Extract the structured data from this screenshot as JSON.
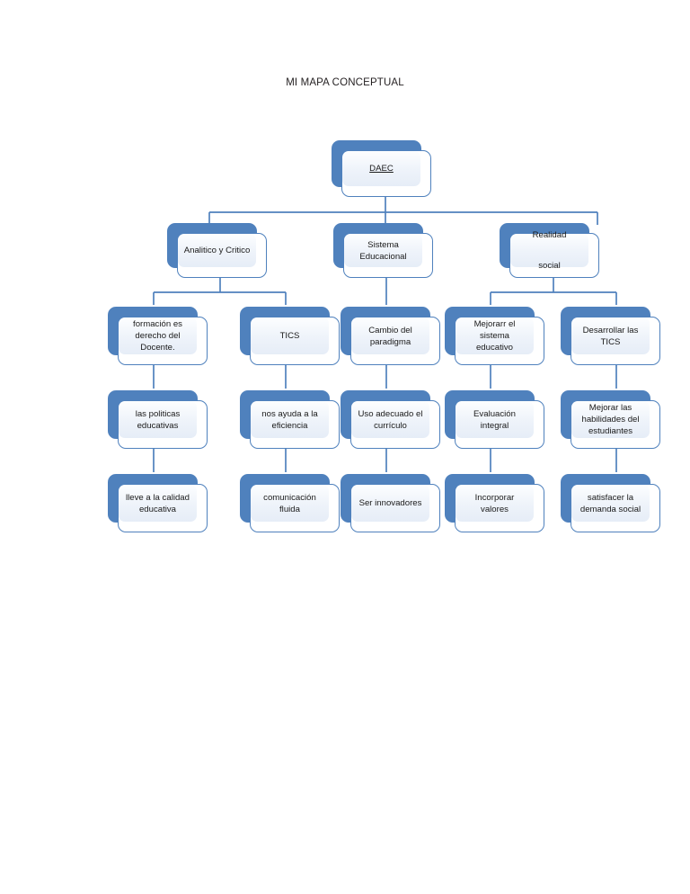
{
  "page": {
    "title": "MI MAPA CONCEPTUAL",
    "background_color": "#ffffff",
    "accent_color": "#4f81bd",
    "node_fill_color": "#eef3fa",
    "text_color": "#1a1a1a"
  },
  "diagram": {
    "type": "concept-map",
    "levels": 5,
    "root": {
      "id": "daec",
      "label": "DAEC",
      "underlined": true
    },
    "level2": [
      {
        "id": "analitico",
        "label": "Analitico y Critico"
      },
      {
        "id": "sistema",
        "label": "Sistema\nEducacional"
      },
      {
        "id": "realidad",
        "label": "Realidad\n\nsocial"
      }
    ],
    "level3": [
      {
        "id": "formacion",
        "label": "formación es\nderecho del\nDocente."
      },
      {
        "id": "tics",
        "label": "TICS"
      },
      {
        "id": "cambio",
        "label": "Cambio del\nparadigma"
      },
      {
        "id": "mejorarr",
        "label": "Mejorarr el\nsistema educativo"
      },
      {
        "id": "desarrollar",
        "label": "Desarrollar las TICS"
      }
    ],
    "level4": [
      {
        "id": "politicas",
        "label": "las politicas\neducativas"
      },
      {
        "id": "ayuda",
        "label": "nos ayuda a la\neficiencia"
      },
      {
        "id": "uso",
        "label": "Uso adecuado el\ncurrículo"
      },
      {
        "id": "evaluacion",
        "label": "Evaluación integral"
      },
      {
        "id": "habilidades",
        "label": "Mejorar las\nhabilidades del\nestudiantes"
      }
    ],
    "level5": [
      {
        "id": "calidad",
        "label": "lleve a la calidad\neducativa"
      },
      {
        "id": "comunicacion",
        "label": "comunicación\nfluida"
      },
      {
        "id": "innovadores",
        "label": "Ser innovadores"
      },
      {
        "id": "valores",
        "label": "Incorporar valores"
      },
      {
        "id": "demanda",
        "label": "satisfacer la\ndemanda social"
      }
    ],
    "edges": [
      {
        "from": "daec",
        "to": "analitico"
      },
      {
        "from": "daec",
        "to": "sistema"
      },
      {
        "from": "daec",
        "to": "realidad"
      },
      {
        "from": "analitico",
        "to": "formacion"
      },
      {
        "from": "analitico",
        "to": "tics"
      },
      {
        "from": "sistema",
        "to": "cambio"
      },
      {
        "from": "realidad",
        "to": "mejorarr"
      },
      {
        "from": "realidad",
        "to": "desarrollar"
      },
      {
        "from": "formacion",
        "to": "politicas"
      },
      {
        "from": "tics",
        "to": "ayuda"
      },
      {
        "from": "cambio",
        "to": "uso"
      },
      {
        "from": "mejorarr",
        "to": "evaluacion"
      },
      {
        "from": "desarrollar",
        "to": "habilidades"
      },
      {
        "from": "politicas",
        "to": "calidad"
      },
      {
        "from": "ayuda",
        "to": "comunicacion"
      },
      {
        "from": "uso",
        "to": "innovadores"
      },
      {
        "from": "evaluacion",
        "to": "valores"
      },
      {
        "from": "habilidades",
        "to": "demanda"
      }
    ]
  }
}
